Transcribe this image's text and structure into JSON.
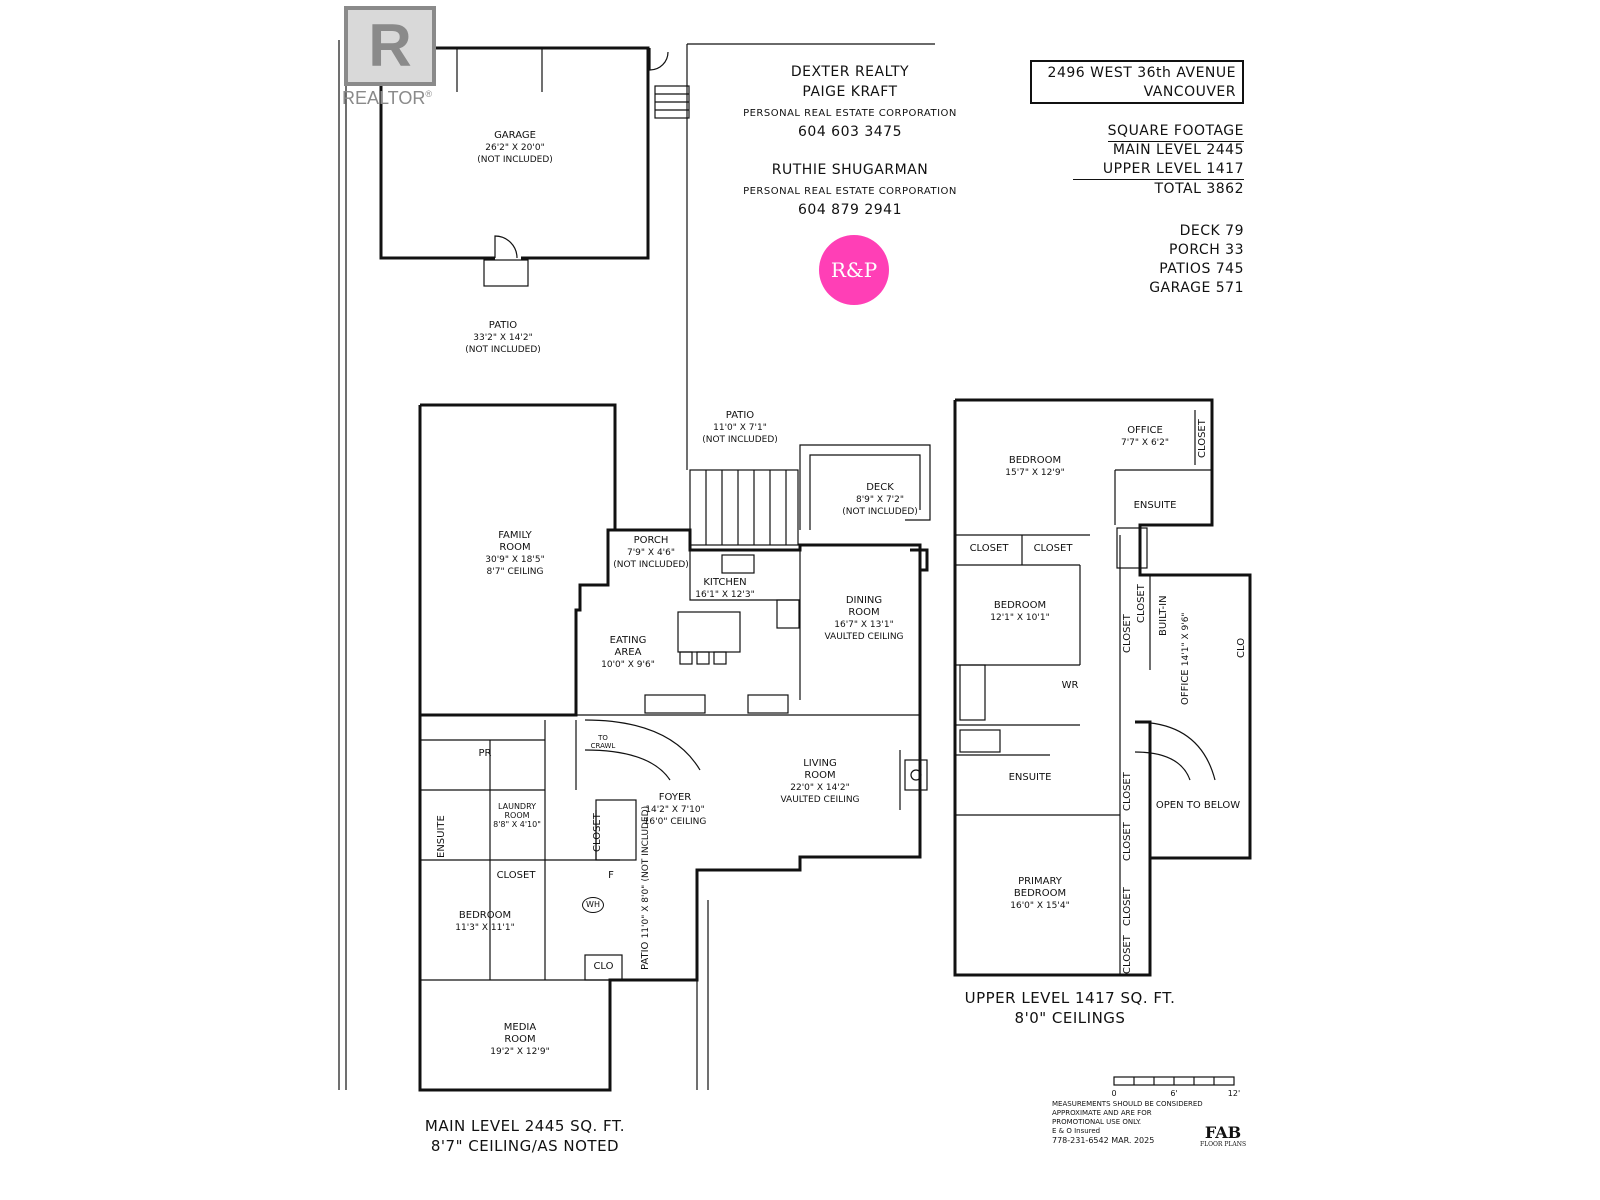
{
  "realtor_logo": {
    "text": "REALTOR",
    "registered": "®",
    "color": "#7a7a7a"
  },
  "agents": {
    "company": "DEXTER REALTY",
    "agent1": "PAIGE KRAFT",
    "agent1_corp": "PERSONAL REAL ESTATE CORPORATION",
    "agent1_phone": "604 603 3475",
    "agent2": "RUTHIE SHUGARMAN",
    "agent2_corp": "PERSONAL REAL ESTATE CORPORATION",
    "agent2_phone": "604 879 2941",
    "badge": {
      "text": "R&P",
      "color": "#ff3fb6"
    }
  },
  "address": {
    "line1": "2496 WEST 36th AVENUE",
    "line2": "VANCOUVER"
  },
  "square_footage": {
    "heading": "SQUARE FOOTAGE",
    "main": "MAIN LEVEL 2445",
    "upper": "UPPER LEVEL 1417",
    "total": "TOTAL 3862",
    "deck": "DECK 79",
    "porch": "PORCH 33",
    "patios": "PATIOS 745",
    "garage": "GARAGE 571"
  },
  "rooms": {
    "garage": {
      "name": "GARAGE",
      "dim": "26'2\" X 20'0\"",
      "note": "(NOT INCLUDED)"
    },
    "patio_top": {
      "name": "PATIO",
      "dim": "33'2\" X 14'2\"",
      "note": "(NOT INCLUDED)"
    },
    "patio_back": {
      "name": "PATIO",
      "dim": "11'0\" X 7'1\"",
      "note": "(NOT INCLUDED)"
    },
    "deck": {
      "name": "DECK",
      "dim": "8'9\" X 7'2\"",
      "note": "(NOT INCLUDED)"
    },
    "porch": {
      "name": "PORCH",
      "dim": "7'9\" X 4'6\"",
      "note": "(NOT INCLUDED)"
    },
    "family": {
      "name": "FAMILY",
      "name2": "ROOM",
      "dim": "30'9\" X 18'5\"",
      "note": "8'7\" CEILING"
    },
    "kitchen": {
      "name": "KITCHEN",
      "dim": "16'1\" X 12'3\""
    },
    "eating": {
      "name": "EATING",
      "name2": "AREA",
      "dim": "10'0\" X 9'6\""
    },
    "dining": {
      "name": "DINING",
      "name2": "ROOM",
      "dim": "16'7\" X 13'1\"",
      "note": "VAULTED CEILING"
    },
    "living": {
      "name": "LIVING",
      "name2": "ROOM",
      "dim": "22'0\" X 14'2\"",
      "note": "VAULTED CEILING"
    },
    "foyer": {
      "name": "FOYER",
      "dim": "14'2\" X 7'10\"",
      "note": "16'0\" CEILING"
    },
    "to_crawl": {
      "name": "TO",
      "name2": "CRAWL"
    },
    "pr": {
      "name": "PR"
    },
    "laundry": {
      "name": "LAUNDRY",
      "name2": "ROOM",
      "dim": "8'8\" X 4'10\""
    },
    "ensuite_main": {
      "name": "ENSUITE"
    },
    "closet_main1": {
      "name": "CLOSET"
    },
    "closet_main2": {
      "name": "CLOSET"
    },
    "bedroom_main": {
      "name": "BEDROOM",
      "dim": "11'3\" X 11'1\""
    },
    "wh": {
      "name": "WH"
    },
    "f": {
      "name": "F"
    },
    "clo_main": {
      "name": "CLO"
    },
    "patio_side": {
      "name": "PATIO",
      "dim": "11'0\" X 8'0\"",
      "note": "(NOT INCLUDED)"
    },
    "media": {
      "name": "MEDIA",
      "name2": "ROOM",
      "dim": "19'2\" X 12'9\""
    },
    "bedroom_up1": {
      "name": "BEDROOM",
      "dim": "15'7\" X 12'9\""
    },
    "office_up1": {
      "name": "OFFICE",
      "dim": "7'7\" X 6'2\""
    },
    "closet_up_office": {
      "name": "CLOSET"
    },
    "ensuite_up1": {
      "name": "ENSUITE"
    },
    "closet_up_a": {
      "name": "CLOSET"
    },
    "closet_up_b": {
      "name": "CLOSET"
    },
    "bedroom_up2": {
      "name": "BEDROOM",
      "dim": "12'1\" X 10'1\""
    },
    "closet_up_c": {
      "name": "CLOSET"
    },
    "closet_up_d": {
      "name": "CLOSET"
    },
    "built_in": {
      "name": "BUILT-IN"
    },
    "office_up2": {
      "name": "OFFICE",
      "dim": "14'1\" X 9'6\""
    },
    "clo_up": {
      "name": "CLO"
    },
    "wr": {
      "name": "WR"
    },
    "ensuite_up2": {
      "name": "ENSUITE"
    },
    "open_below": {
      "name": "OPEN TO BELOW"
    },
    "closet_up_e": {
      "name": "CLOSET"
    },
    "closet_up_f": {
      "name": "CLOSET"
    },
    "closet_up_g": {
      "name": "CLOSET"
    },
    "closet_up_h": {
      "name": "CLOSET"
    },
    "primary": {
      "name": "PRIMARY",
      "name2": "BEDROOM",
      "dim": "16'0\" X 15'4\""
    }
  },
  "level_titles": {
    "upper_1": "UPPER LEVEL 1417 SQ. FT.",
    "upper_2": "8'0\" CEILINGS",
    "main_1": "MAIN LEVEL 2445 SQ. FT.",
    "main_2": "8'7\" CEILING/AS NOTED"
  },
  "scale": {
    "t0": "0",
    "t6": "6'",
    "t12": "12'"
  },
  "disclaimer": {
    "line1": "MEASUREMENTS SHOULD BE CONSIDERED",
    "line2": "APPROXIMATE AND ARE FOR",
    "line3": "PROMOTIONAL USE ONLY.",
    "line4": "E & O Insured",
    "line5": "778-231-6542  MAR. 2025"
  },
  "fab_logo": {
    "text": "FAB",
    "sub": "FLOOR PLANS"
  }
}
